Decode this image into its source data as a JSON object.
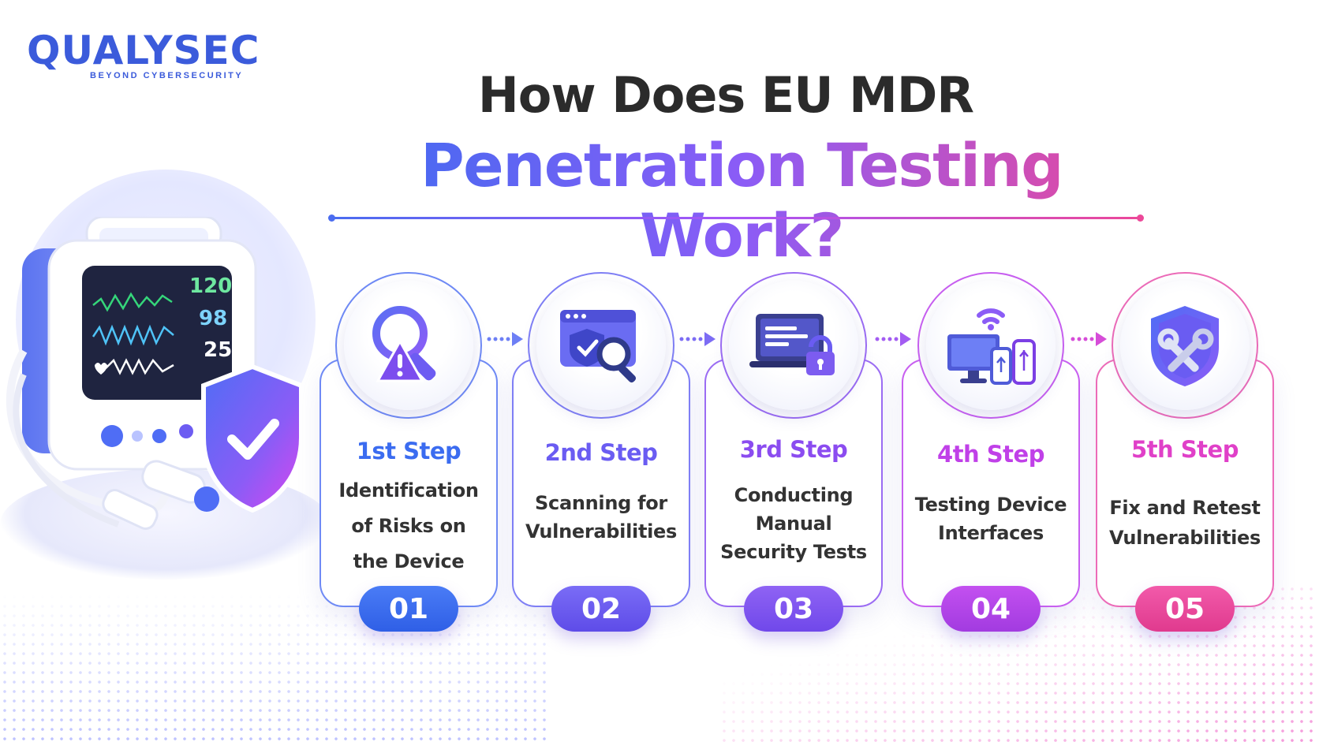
{
  "logo": {
    "wordmark": "QUALYSEC",
    "tagline": "BEYOND CYBERSECURITY",
    "color": "#3b5bdb"
  },
  "header": {
    "title_line1": "How Does EU MDR",
    "title_line2": "Penetration Testing Work?"
  },
  "illustration": {
    "monitor_values": [
      "120",
      "98",
      "25"
    ],
    "icons": [
      "patient-monitor-icon",
      "shield-check-icon"
    ]
  },
  "steps": [
    {
      "label": "1st Step",
      "text_lines": [
        "Identification",
        "of Risks on",
        "the Device"
      ],
      "number": "01",
      "color": "#3b6cf0",
      "icon": "magnifier-warning-icon"
    },
    {
      "label": "2nd Step",
      "text_lines": [
        "Scanning for",
        "Vulnerabilities"
      ],
      "number": "02",
      "color": "#6a5cf2",
      "icon": "browser-shield-search-icon"
    },
    {
      "label": "3rd Step",
      "text_lines": [
        "Conducting",
        "Manual",
        "Security Tests"
      ],
      "number": "03",
      "color": "#8b4cf0",
      "icon": "laptop-lock-icon"
    },
    {
      "label": "4th Step",
      "text_lines": [
        "Testing Device",
        "Interfaces"
      ],
      "number": "04",
      "color": "#c040e8",
      "icon": "connected-devices-icon"
    },
    {
      "label": "5th Step",
      "text_lines": [
        "Fix and Retest",
        "Vulnerabilities"
      ],
      "number": "05",
      "color": "#ec4899",
      "icon": "shield-tools-icon"
    }
  ]
}
